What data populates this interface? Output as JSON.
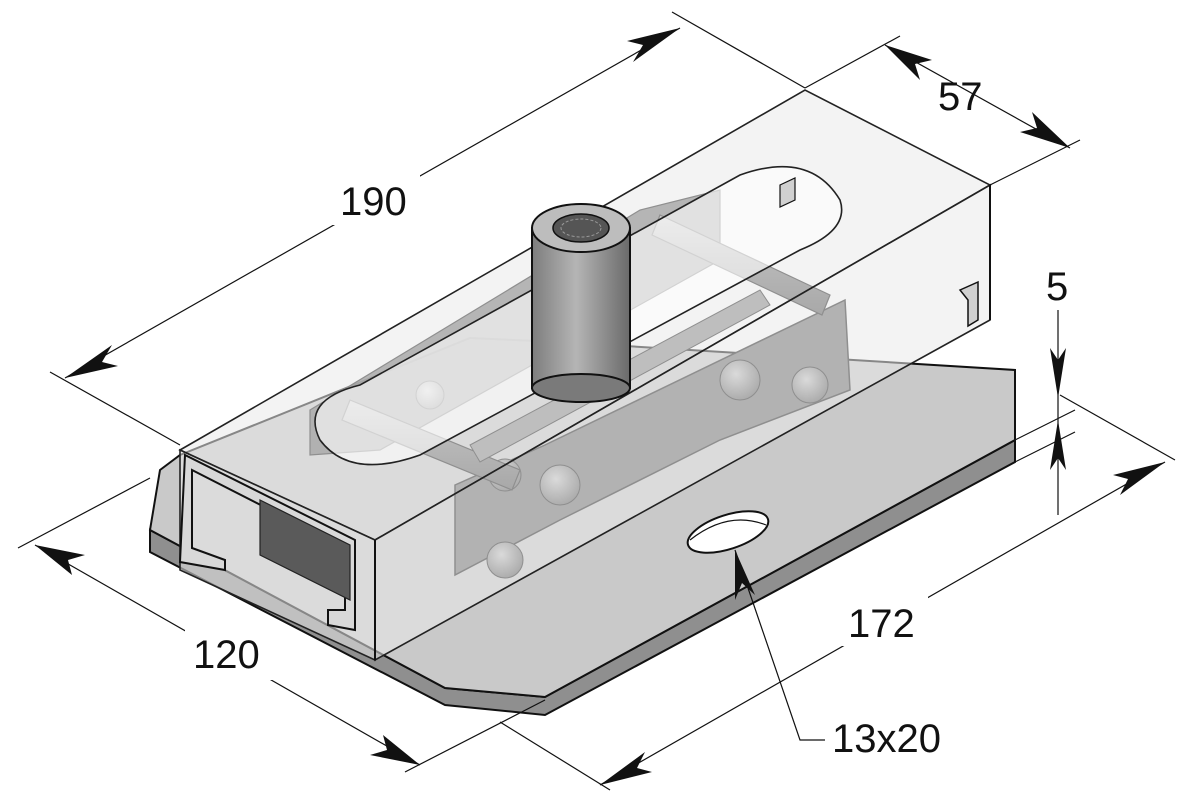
{
  "dimensions": {
    "length": "190",
    "width": "57",
    "thickness": "5",
    "base_width": "120",
    "base_length": "172",
    "slot": "13x20"
  },
  "colors": {
    "background": "#ffffff",
    "plate": "#c8c8c8",
    "plate_side": "#8f8f8f",
    "channel_glass": "#e6e6e6",
    "insert": "#6e6e6e",
    "sleeve": "#9a9a9a",
    "line": "#111111"
  }
}
